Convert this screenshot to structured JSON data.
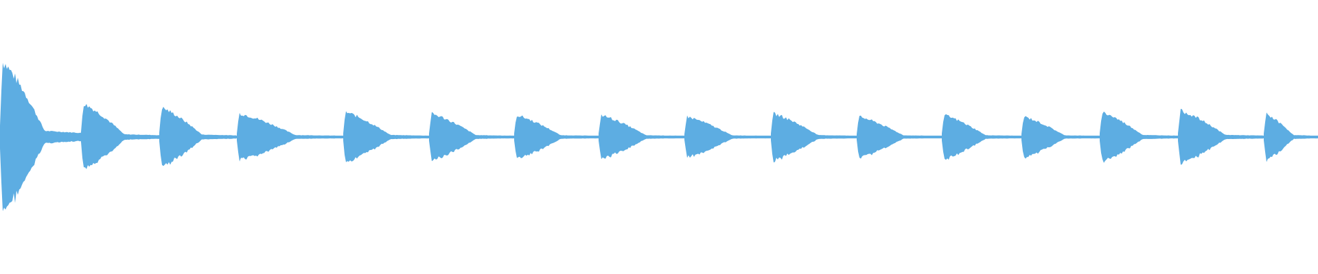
{
  "waveform": {
    "color": "#5dade2",
    "background": "#ffffff",
    "transients": [
      {
        "time": 0.0,
        "peak": 1.0,
        "decay": 0.33
      },
      {
        "time": 0.0613,
        "peak": 0.44
      },
      {
        "time": 0.1206,
        "peak": 0.39
      },
      {
        "time": 0.1799,
        "peak": 0.31
      },
      {
        "time": 0.2602,
        "peak": 0.33
      },
      {
        "time": 0.3254,
        "peak": 0.31
      },
      {
        "time": 0.3903,
        "peak": 0.29
      },
      {
        "time": 0.454,
        "peak": 0.29
      },
      {
        "time": 0.5192,
        "peak": 0.27
      },
      {
        "time": 0.5849,
        "peak": 0.31
      },
      {
        "time": 0.6501,
        "peak": 0.27
      },
      {
        "time": 0.7148,
        "peak": 0.29
      },
      {
        "time": 0.775,
        "peak": 0.27
      },
      {
        "time": 0.8343,
        "peak": 0.33
      },
      {
        "time": 0.8939,
        "peak": 0.35
      },
      {
        "time": 0.9591,
        "peak": 0.31
      }
    ]
  }
}
